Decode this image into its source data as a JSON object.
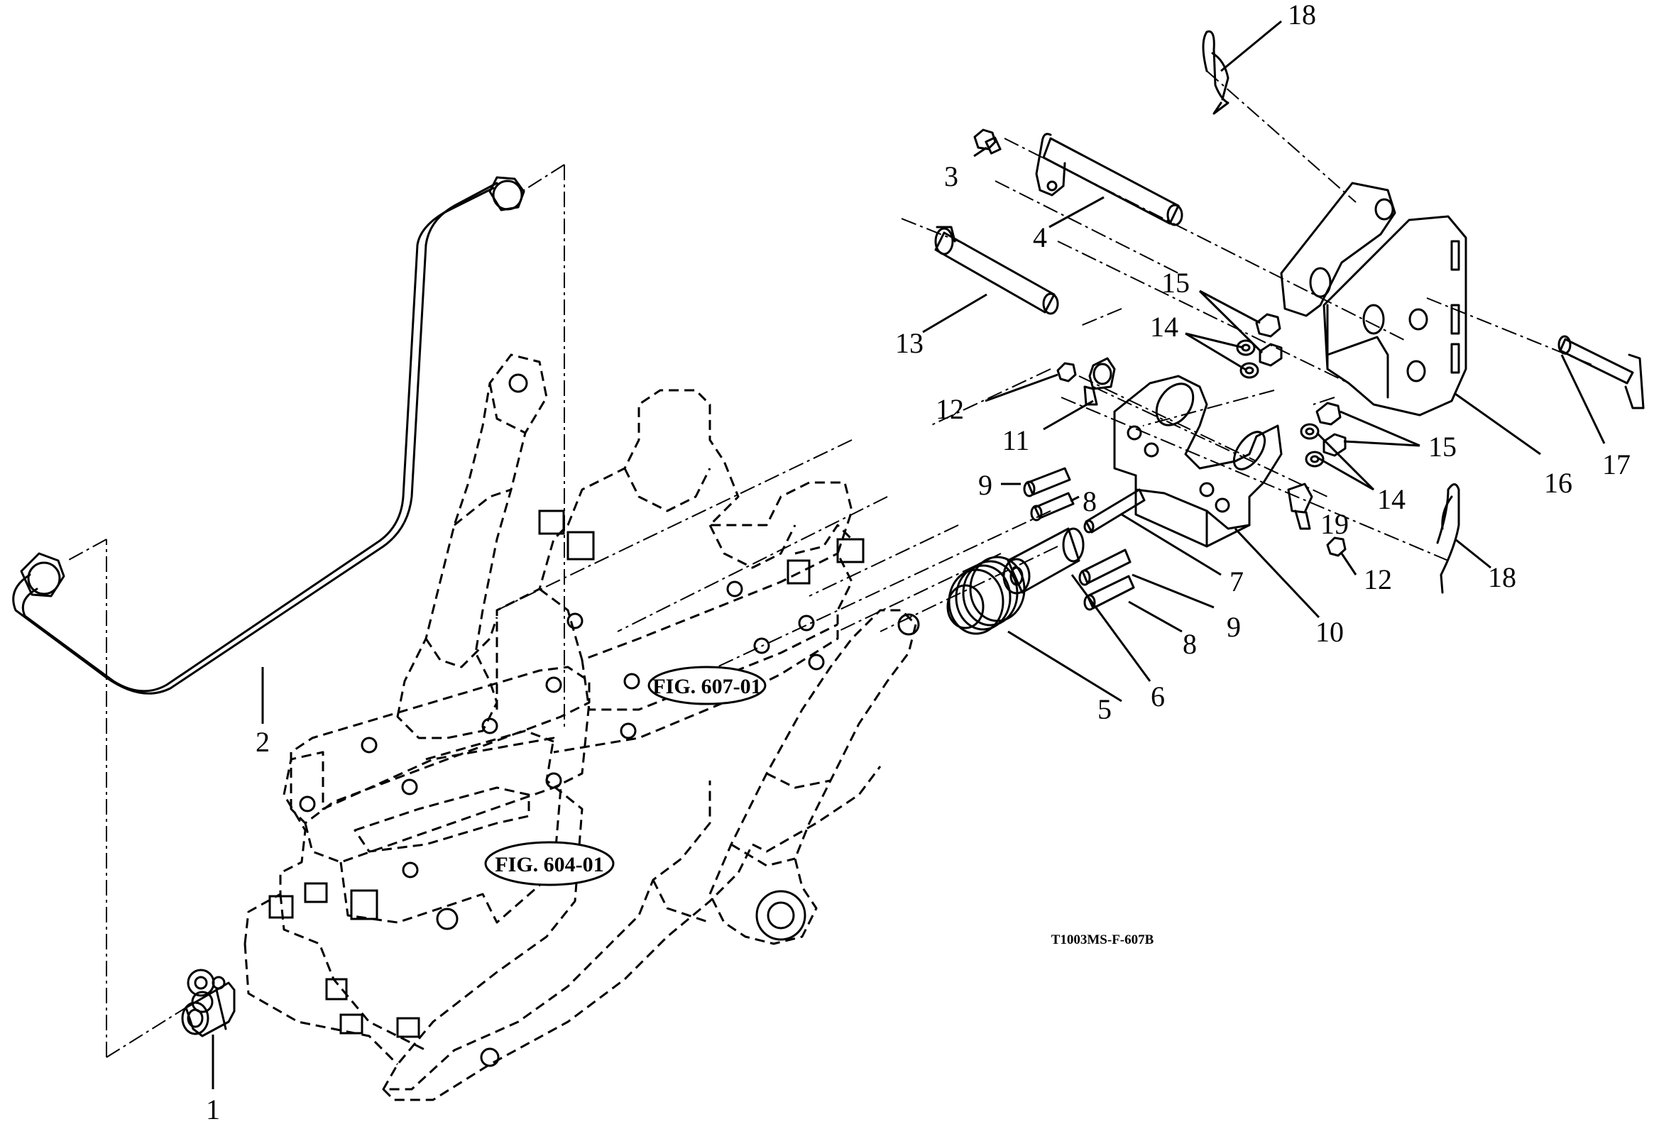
{
  "figure_code": "T1003MS-F-607B",
  "references": [
    {
      "id": "ref-604",
      "text": "FIG. 604-01"
    },
    {
      "id": "ref-607",
      "text": "FIG. 607-01"
    }
  ],
  "callouts": [
    {
      "id": "c1",
      "label": "1"
    },
    {
      "id": "c2",
      "label": "2"
    },
    {
      "id": "c3",
      "label": "3"
    },
    {
      "id": "c4",
      "label": "4"
    },
    {
      "id": "c5",
      "label": "5"
    },
    {
      "id": "c6",
      "label": "6"
    },
    {
      "id": "c7",
      "label": "7"
    },
    {
      "id": "c8a",
      "label": "8"
    },
    {
      "id": "c8b",
      "label": "8"
    },
    {
      "id": "c9a",
      "label": "9"
    },
    {
      "id": "c9b",
      "label": "9"
    },
    {
      "id": "c10",
      "label": "10"
    },
    {
      "id": "c11",
      "label": "11"
    },
    {
      "id": "c12a",
      "label": "12"
    },
    {
      "id": "c12b",
      "label": "12"
    },
    {
      "id": "c13",
      "label": "13"
    },
    {
      "id": "c14a",
      "label": "14"
    },
    {
      "id": "c14b",
      "label": "14"
    },
    {
      "id": "c15a",
      "label": "15"
    },
    {
      "id": "c15b",
      "label": "15"
    },
    {
      "id": "c16",
      "label": "16"
    },
    {
      "id": "c17",
      "label": "17"
    },
    {
      "id": "c18a",
      "label": "18"
    },
    {
      "id": "c18b",
      "label": "18"
    },
    {
      "id": "c19",
      "label": "19"
    }
  ]
}
